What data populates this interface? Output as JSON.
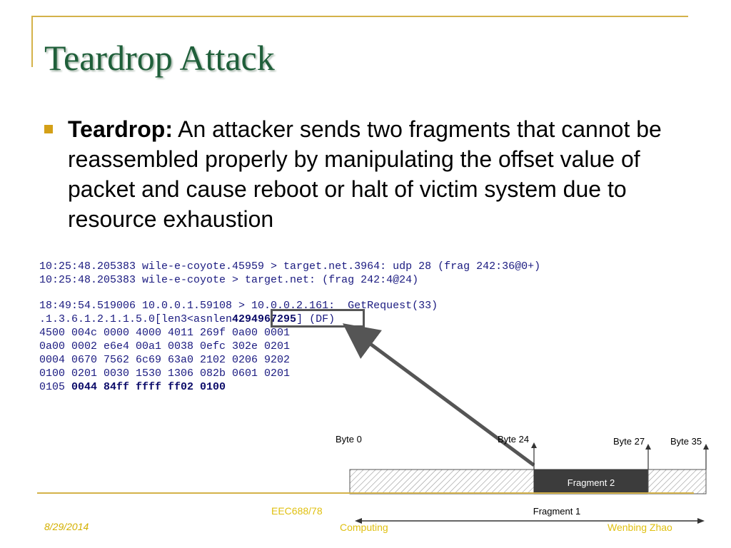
{
  "slide": {
    "title": "Teardrop Attack",
    "bullet": {
      "term": "Teardrop:",
      "text": " An attacker sends two fragments that cannot be reassembled properly by manipulating the offset value of packet and cause reboot or halt of victim system due to resource exhaustion"
    },
    "code_block_1": [
      "10:25:48.205383 wile-e-coyote.45959 > target.net.3964: udp 28 (frag 242:36@0+)",
      "10:25:48.205383 wile-e-coyote > target.net: (frag 242:4@24)"
    ],
    "code_block_2": {
      "line1": "18:49:54.519006 10.0.0.1.59108 > 10.0.0.2.161:  GetRequest(33)",
      "line2_pre": ".1.3.6.1.2.1.1.5.0[len3<asnlen",
      "line2_highlight": "4294967295",
      "line2_post": "] (DF)",
      "hex_lines": [
        "4500 004c 0000 4000 4011 269f 0a00 0001",
        "0a00 0002 e6e4 00a1 0038 0efc 302e 0201",
        "0004 0670 7562 6c69 63a0 2102 0206 9202",
        "0100 0201 0030 1530 1306 082b 0601 0201"
      ],
      "last_pre": "0105 ",
      "last_bold": "0044 84ff ffff ff02 0100"
    },
    "diagram": {
      "labels": {
        "byte0": "Byte 0",
        "byte24": "Byte 24",
        "byte27": "Byte 27",
        "byte35": "Byte 35",
        "fragment2": "Fragment 2",
        "fragment1": "Fragment 1"
      }
    },
    "footer": {
      "course": "EEC688/78",
      "date": "8/29/2014",
      "topic": "Computing",
      "author": "Wenbing Zhao"
    },
    "colors": {
      "accent_gold": "#d4b24a",
      "title_green": "#1f5f3a",
      "code_blue": "#1a1a80",
      "fragment2_fill": "#3c3c3c"
    }
  }
}
